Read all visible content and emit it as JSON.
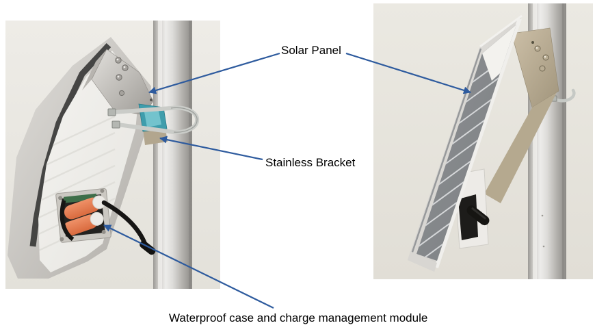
{
  "page": {
    "background": "#ffffff"
  },
  "annotations": {
    "solar_panel": {
      "label": "Solar Panel"
    },
    "stainless_bracket": {
      "label": "Stainless Bracket"
    },
    "waterproof_case": {
      "label": "Waterproof case and charge management module"
    }
  },
  "colors": {
    "arrow": "#2e5b9e",
    "label_text": "#000000"
  },
  "photos": {
    "left": {
      "alt": "Side view photo: solar panel on pole with stainless bracket, U-bolt clamp and open waterproof case holding orange batteries with black cable"
    },
    "right": {
      "alt": "Rear-side view photo: tilted solar panel mounted to pole with stainless bracket and cable gland"
    }
  }
}
